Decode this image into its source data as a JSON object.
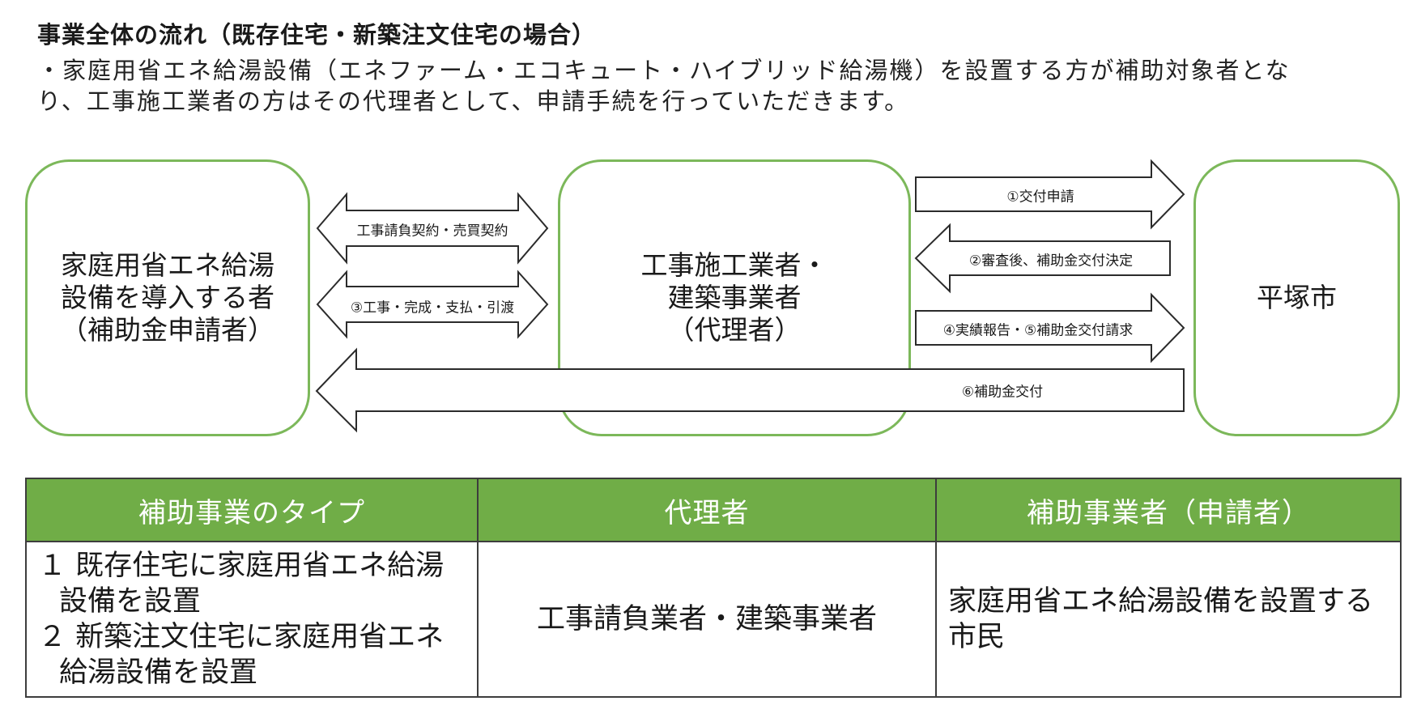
{
  "title": "事業全体の流れ（既存住宅・新築注文住宅の場合）",
  "description": {
    "line1": "・家庭用省エネ給湯設備（エネファーム・エコキュート・ハイブリッド給湯機）を設置する方が補助対象者とな",
    "line2": "り、工事施工業者の方はその代理者として、申請手続を行っていただきます。"
  },
  "parties": {
    "applicant": [
      "家庭用省エネ給湯",
      "設備を導入する者",
      "（補助金申請者）"
    ],
    "agent": [
      "工事施工業者・",
      "建築事業者",
      "（代理者）"
    ],
    "city": [
      "平塚市"
    ]
  },
  "flows": {
    "contract": "工事請負契約・売買契約",
    "construction": "③工事・完成・支払・引渡",
    "grant_application": "①交付申請",
    "grant_decision": "②審査後、補助金交付決定",
    "report_request": "④実績報告・⑤補助金交付請求",
    "grant_payment": "⑥補助金交付"
  },
  "colors": {
    "accent_green": "#70ad47",
    "box_border_green": "#7cb85a"
  },
  "table": {
    "headers": [
      "補助事業のタイプ",
      "代理者",
      "補助事業者（申請者）"
    ],
    "types": {
      "item1_line1": "１  既存住宅に家庭用省エネ給湯",
      "item1_line2": "設備を設置",
      "item2_line1": "２  新築注文住宅に家庭用省エネ",
      "item2_line2": "給湯設備を設置"
    },
    "agent": "工事請負業者・建築事業者",
    "applicant": {
      "line1": "家庭用省エネ給湯設備を設置する",
      "line2": "市民"
    }
  }
}
